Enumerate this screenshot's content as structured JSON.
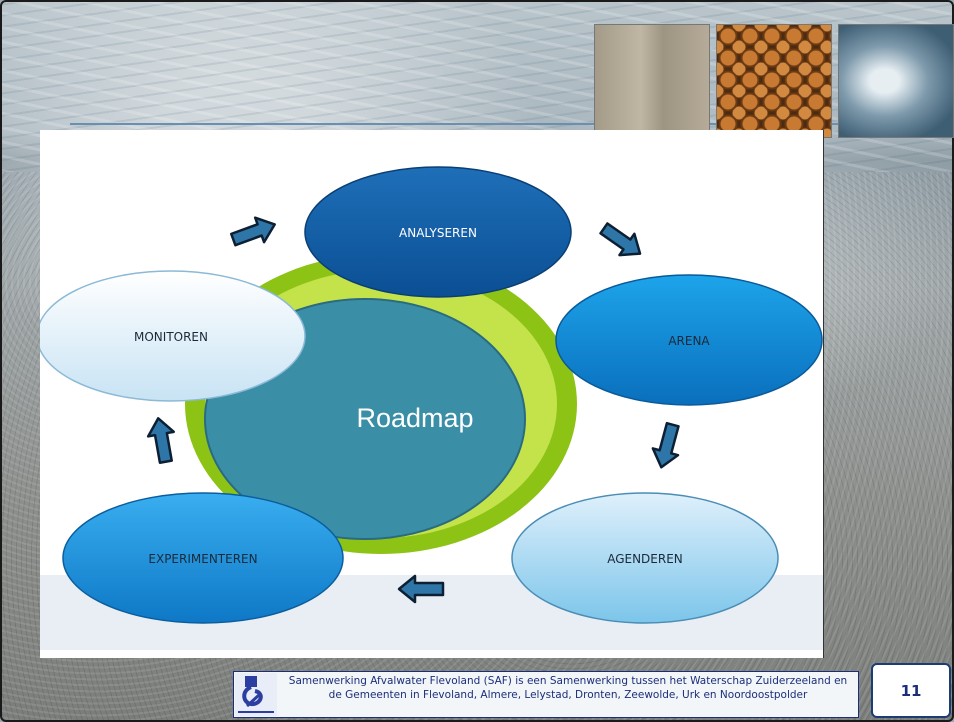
{
  "diagram": {
    "center_label": "Roadmap",
    "stages": [
      {
        "id": "analyseren",
        "label": "ANALYSEREN",
        "fill_top": "#1e6fb8",
        "fill_bottom": "#0b4f94",
        "text_color": "#ffffff"
      },
      {
        "id": "arena",
        "label": "ARENA",
        "fill_top": "#1da4ea",
        "fill_bottom": "#0a6fbd",
        "text_color": "#1a2a3a"
      },
      {
        "id": "agenderen",
        "label": "AGENDEREN",
        "fill_top": "#dff0fb",
        "fill_bottom": "#7cc5ea",
        "text_color": "#1a2a3a"
      },
      {
        "id": "experimenteren",
        "label": "EXPERIMENTEREN",
        "fill_top": "#39aef0",
        "fill_bottom": "#0e78c6",
        "text_color": "#1a2a3a"
      },
      {
        "id": "monitoren",
        "label": "MONITOREN",
        "fill_top": "#ffffff",
        "fill_bottom": "#c8e3f4",
        "text_color": "#1a2a3a"
      }
    ],
    "colors": {
      "ring_outer": "#8cc315",
      "ring_inner": "#c4e24a",
      "center_fill": "#3a8fa7",
      "arrow_fill": "#2f76a8",
      "arrow_stroke": "#0d1f33"
    }
  },
  "footer": {
    "text": "Samenwerking Afvalwater Flevoland (SAF) is een Samenwerking tussen het Waterschap Zuiderzeeland en de Gemeenten in Flevoland, Almere, Lelystad, Dronten, Zeewolde, Urk en Noordoostpolder",
    "logo_icon": "saf-logo-icon",
    "page_number": "11"
  }
}
